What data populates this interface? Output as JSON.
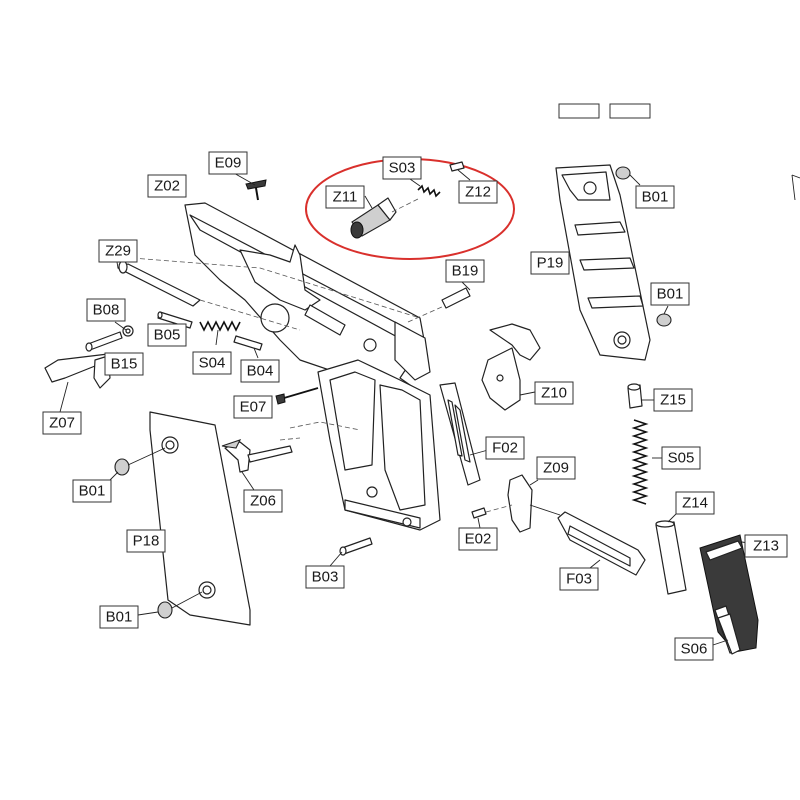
{
  "diagram": {
    "highlight_color": "#d9302c",
    "highlighted_parts": [
      "Z11",
      "S03",
      "Z12"
    ],
    "labels": {
      "E09": "E09",
      "Z02": "Z02",
      "Z29": "Z29",
      "B08": "B08",
      "B05": "B05",
      "B15": "B15",
      "S04": "S04",
      "B04": "B04",
      "Z07": "Z07",
      "E07": "E07",
      "S03": "S03",
      "Z11": "Z11",
      "Z12": "Z12",
      "B19": "B19",
      "B01a": "B01",
      "P19": "P19",
      "B01b": "B01",
      "Z10": "Z10",
      "Z15": "Z15",
      "F02": "F02",
      "S05": "S05",
      "Z09": "Z09",
      "B01c": "B01",
      "P18": "P18",
      "Z06": "Z06",
      "E02": "E02",
      "Z14": "Z14",
      "Z13": "Z13",
      "F03": "F03",
      "B03": "B03",
      "B01d": "B01",
      "S06": "S06"
    }
  }
}
